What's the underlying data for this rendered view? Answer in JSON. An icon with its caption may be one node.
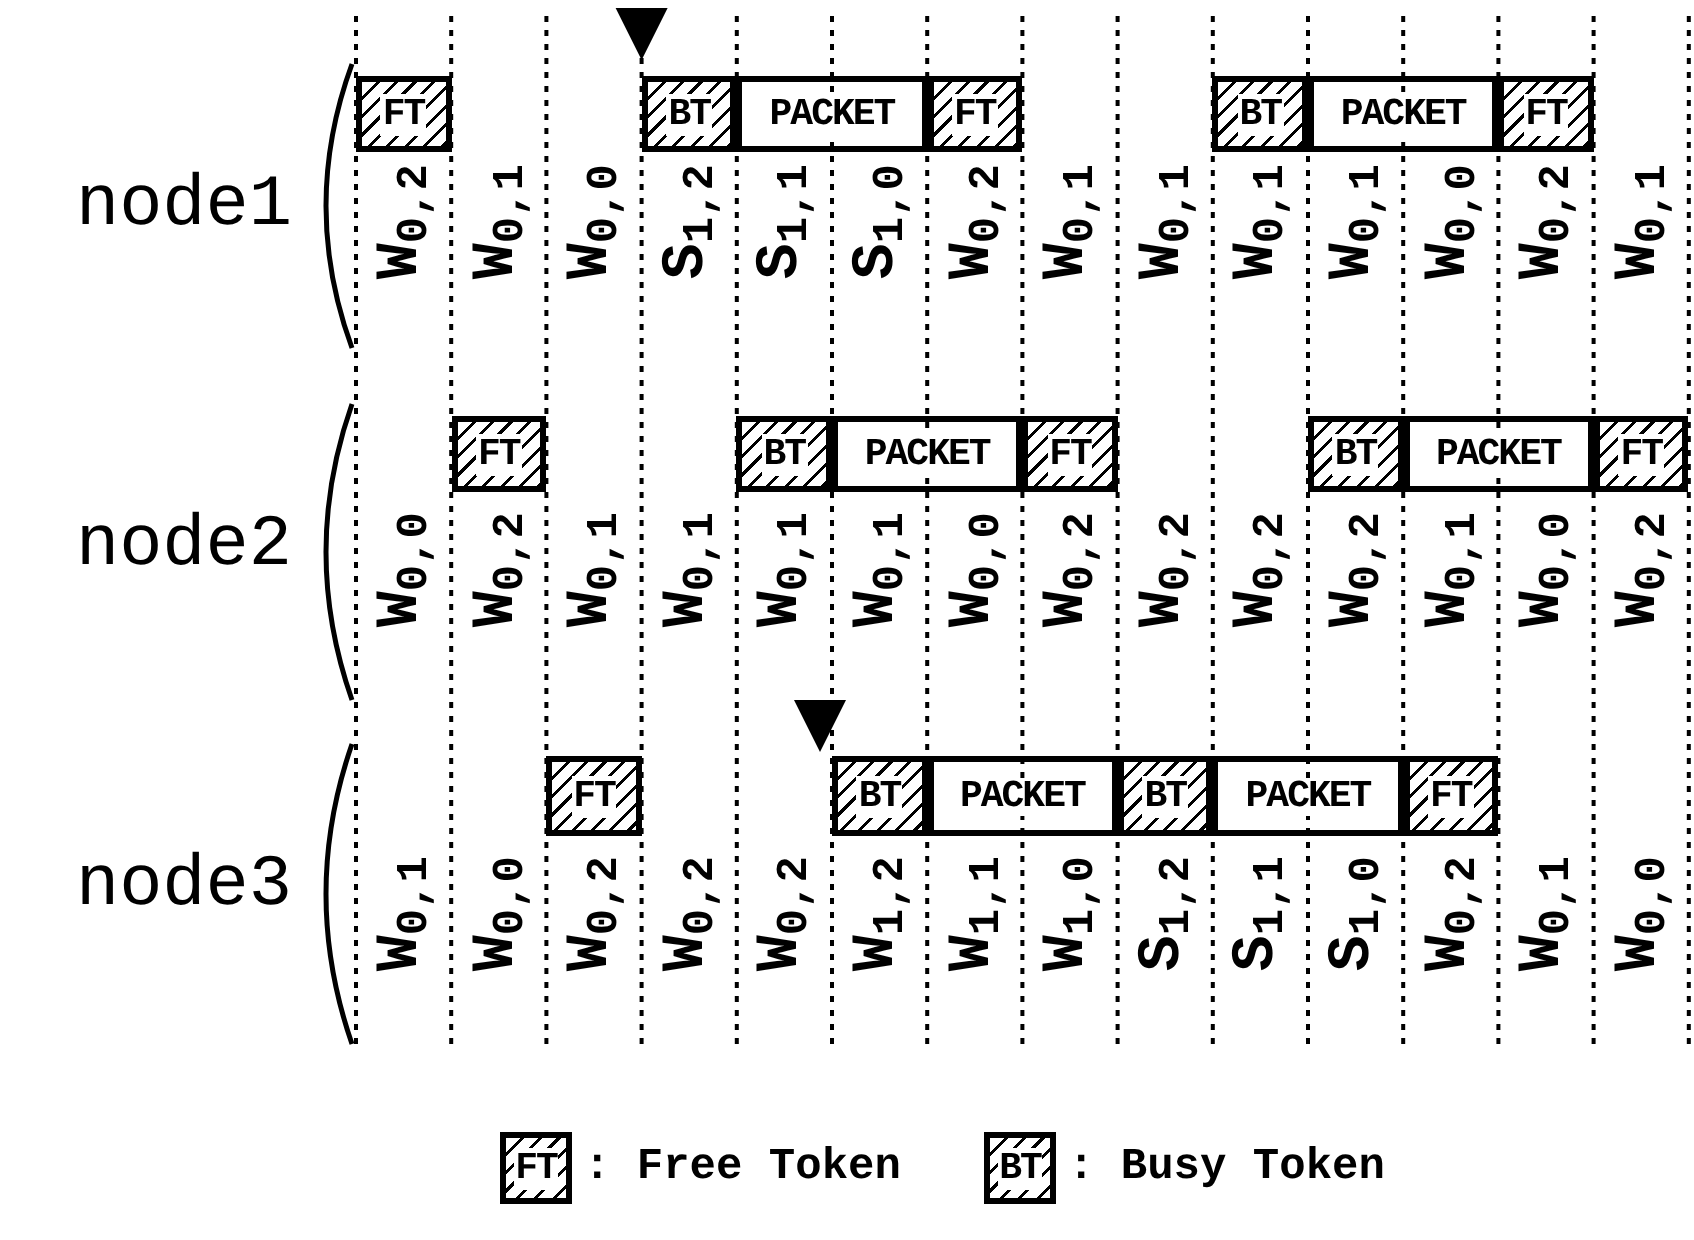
{
  "diagram": {
    "nodes": [
      {
        "text": [
          "FT"
        ]
      },
      {
        "text": [
          "BT"
        ]
      },
      {
        "text": [
          "PACKET"
        ]
      },
      {
        "text": [
          "FT"
        ]
      },
      {
        "text": [
          "BT"
        ]
      },
      {
        "text": [
          "PACKET"
        ]
      },
      {
        "text": [
          "FT"
        ]
      },
      {
        "text": [
          "FT"
        ]
      },
      {
        "text": [
          "BT"
        ]
      },
      {
        "text": [
          "PACKET"
        ]
      },
      {
        "text": [
          "FT"
        ]
      },
      {
        "text": [
          "BT"
        ]
      },
      {
        "text": [
          "PACKET"
        ]
      },
      {
        "text": [
          "FT"
        ]
      },
      {
        "text": [
          "FT"
        ]
      },
      {
        "text": [
          "BT"
        ]
      },
      {
        "text": [
          "PACKET"
        ]
      },
      {
        "text": [
          "BT"
        ]
      },
      {
        "text": [
          "PACKET"
        ]
      },
      {
        "text": [
          "FT"
        ]
      },
      {
        "text": [
          "FT"
        ]
      },
      {
        "text": [
          "BT"
        ]
      }
    ],
    "labels": [
      "node1",
      "W$_{0,2}$",
      "W$_{0,1}$",
      "W$_{0,0}$",
      "S$_{1,2}$",
      "S$_{1,1}$",
      "S$_{1,0}$",
      "W$_{0,2}$",
      "W$_{0,1}$",
      "W$_{0,1}$",
      "W$_{0,1}$",
      "W$_{0,1}$",
      "W$_{0,0}$",
      "W$_{0,2}$",
      "W$_{0,1}$",
      "node2",
      "W$_{0,0}$",
      "W$_{0,2}$",
      "W$_{0,1}$",
      "W$_{0,1}$",
      "W$_{0,1}$",
      "W$_{0,1}$",
      "W$_{0,0}$",
      "W$_{0,2}$",
      "W$_{0,2}$",
      "W$_{0,2}$",
      "W$_{0,2}$",
      "W$_{0,1}$",
      "W$_{0,0}$",
      "W$_{0,2}$",
      "node3",
      "W$_{0,1}$",
      "W$_{0,0}$",
      "W$_{0,2}$",
      "W$_{0,2}$",
      "W$_{0,2}$",
      "W$_{1,2}$",
      "W$_{1,1}$",
      "W$_{1,0}$",
      "S$_{1,2}$",
      "S$_{1,1}$",
      "S$_{1,0}$",
      "W$_{0,2}$",
      "W$_{0,1}$",
      "W$_{0,0}$"
    ],
    "legend": [
      {
        "text": ": Free Token"
      },
      {
        "text": ": Busy Token"
      }
    ]
  }
}
